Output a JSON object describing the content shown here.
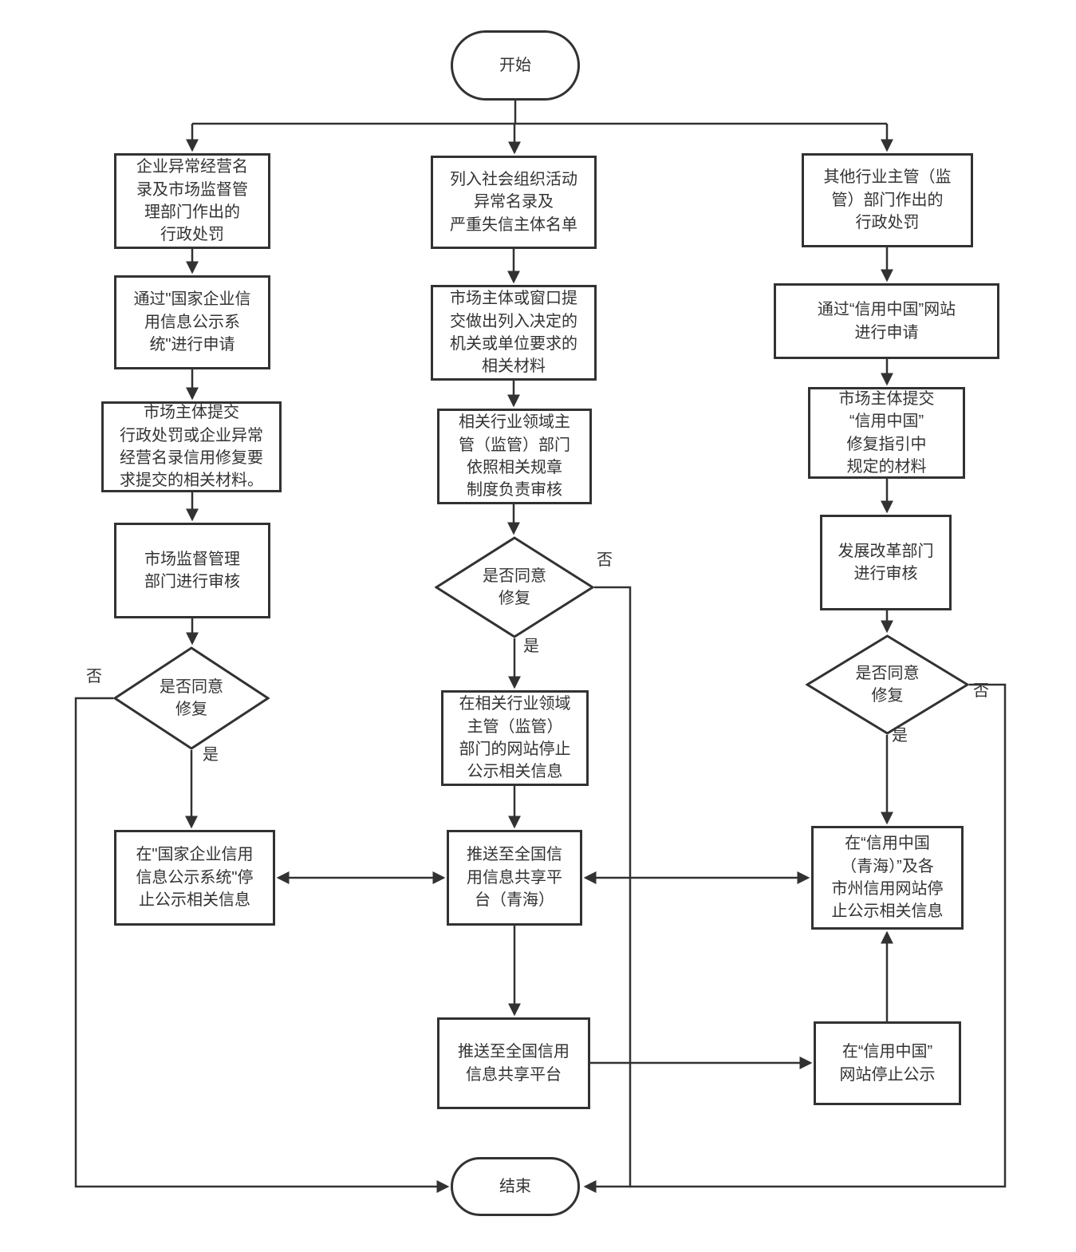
{
  "style": {
    "line_color": "#323232",
    "text_color": "#333333",
    "background": "#ffffff"
  },
  "flowchart": {
    "start": "开始",
    "end": "结束",
    "yes": "是",
    "no": "否",
    "left": {
      "b1": "企业异常经营名\n录及市场监督管\n理部门作出的\n行政处罚",
      "b2": "通过\"国家企业信\n用信息公示系\n统\"进行申请",
      "b3": "市场主体提交\n行政处罚或企业异常\n经营名录信用修复要\n求提交的相关材料。",
      "b4": "市场监督管理\n部门进行审核",
      "decision": "是否同意\n修复",
      "b5": "在\"国家企业信用\n信息公示系统\"停\n止公示相关信息"
    },
    "middle": {
      "b1": "列入社会组织活动\n异常名录及\n严重失信主体名单",
      "b2": "市场主体或窗口提\n交做出列入决定的\n机关或单位要求的\n相关材料",
      "b3": "相关行业领域主\n管（监管）部门\n依照相关规章\n制度负责审核",
      "decision": "是否同意\n修复",
      "b4": "在相关行业领域\n主管（监管）\n部门的网站停止\n公示相关信息",
      "b5": "推送至全国信\n用信息共享平\n台（青海）",
      "b6": "推送至全国信用\n信息共享平台"
    },
    "right": {
      "b1": "其他行业主管（监\n管）部门作出的\n行政处罚",
      "b2": "通过“信用中国”网站\n进行申请",
      "b3": "市场主体提交\n“信用中国”\n修复指引中\n规定的材料",
      "b4": "发展改革部门\n进行审核",
      "decision": "是否同意\n修复",
      "b5": "在“信用中国\n（青海）”及各\n市州信用网站停\n止公示相关信息",
      "b6": "在“信用中国”\n网站停止公示"
    }
  }
}
